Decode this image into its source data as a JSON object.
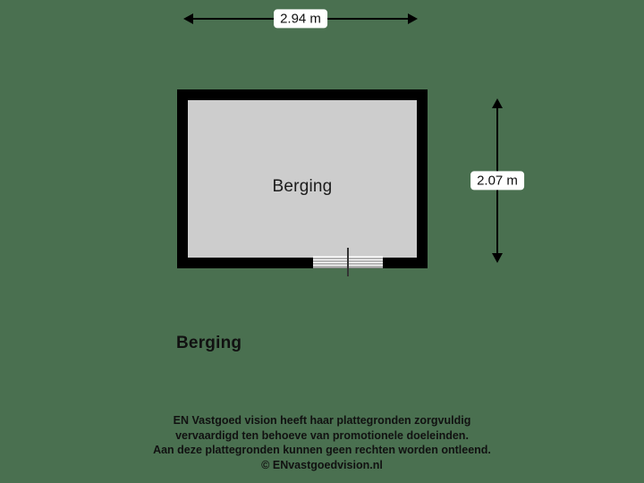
{
  "canvas": {
    "background_color": "#4a7050",
    "wall_color": "#000000",
    "floor_color": "#cdcdcd"
  },
  "dimensions": {
    "width_label": "2.94 m",
    "height_label": "2.07 m"
  },
  "plan": {
    "room_label": "Berging",
    "door_name": "sliding-door"
  },
  "title": "Berging",
  "footer": {
    "line1": "EN Vastgoed vision heeft haar plattegronden zorgvuldig",
    "line2": "vervaardigd ten behoeve van promotionele doeleinden.",
    "line3": "Aan deze plattegronden kunnen geen rechten worden ontleend.",
    "line4": "© ENvastgoedvision.nl"
  }
}
